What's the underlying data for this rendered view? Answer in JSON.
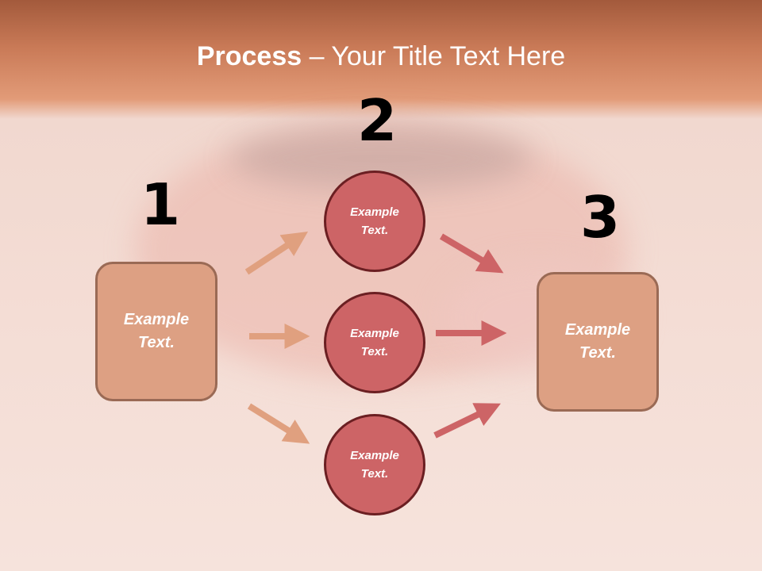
{
  "title": {
    "bold": "Process",
    "rest": " – Your Title Text Here"
  },
  "numbers": [
    "1",
    "2",
    "3"
  ],
  "left_box": {
    "line1": "Example",
    "line2": "Text."
  },
  "circles": [
    {
      "line1": "Example",
      "line2": "Text."
    },
    {
      "line1": "Example",
      "line2": "Text."
    },
    {
      "line1": "Example",
      "line2": "Text."
    }
  ],
  "right_box": {
    "line1": "Example",
    "line2": "Text."
  },
  "colors": {
    "box": "#dda083",
    "circle": "#cd6466",
    "left_arrow": "#e0a07f",
    "right_arrow": "#cd6466"
  }
}
